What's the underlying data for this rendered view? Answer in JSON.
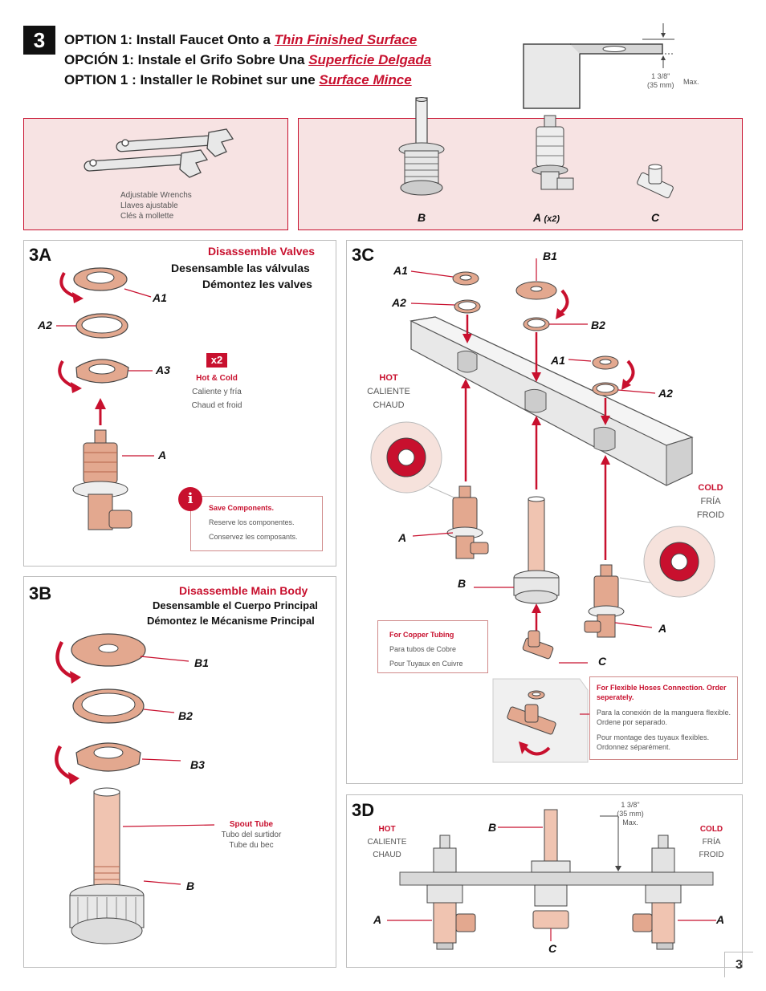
{
  "header": {
    "step_number": "3",
    "line1_prefix": "OPTION 1:  Install Faucet Onto a ",
    "line1_link": "Thin Finished Surface",
    "line2_prefix": "OPCIÓN 1:  Instale el Grifo Sobre Una ",
    "line2_link": "Superficie Delgada",
    "line3_prefix": "OPTION 1 : Installer le Robinet sur une ",
    "line3_link": "Surface Mince",
    "thickness_value": "1 3/8\"",
    "thickness_metric": "(35 mm)",
    "thickness_max": "Max."
  },
  "tools": {
    "line1": "Adjustable Wrenchs",
    "line2": "Llaves ajustable",
    "line3": "Clés à mollette"
  },
  "parts": {
    "label_b": "B",
    "label_a": "A",
    "label_a_qty": "(x2)",
    "label_c": "C"
  },
  "panel_3a": {
    "label": "3A",
    "title_en": "Disassemble Valves",
    "title_es": "Desensamble las válvulas",
    "title_fr": "Démontez les valves",
    "callout_a1": "A1",
    "callout_a2": "A2",
    "callout_a3": "A3",
    "callout_a": "A",
    "qty_badge": "x2",
    "qty_en": "Hot & Cold",
    "qty_es": "Caliente y fría",
    "qty_fr": "Chaud et froid",
    "info_icon": "i",
    "note_en": "Save Components.",
    "note_es": "Reserve los componentes.",
    "note_fr": "Conservez les composants."
  },
  "panel_3b": {
    "label": "3B",
    "title_en": "Disassemble  Main Body",
    "title_es": "Desensamble el Cuerpo Principal",
    "title_fr": "Démontez le Mécanisme Principal",
    "callout_b1": "B1",
    "callout_b2": "B2",
    "callout_b3": "B3",
    "callout_b": "B",
    "spout_en": "Spout Tube",
    "spout_es": "Tubo del surtidor",
    "spout_fr": "Tube du bec"
  },
  "panel_3c": {
    "label": "3C",
    "callout_a1_left": "A1",
    "callout_a2_left": "A2",
    "callout_b1": "B1",
    "callout_b2": "B2",
    "callout_a1_right": "A1",
    "callout_a2_right": "A2",
    "callout_a_left": "A",
    "callout_b": "B",
    "callout_a_right": "A",
    "callout_c": "C",
    "hot_en": "HOT",
    "hot_es": "CALIENTE",
    "hot_fr": "CHAUD",
    "cold_en": "COLD",
    "cold_es": "FRÍA",
    "cold_fr": "FROID",
    "copper_en": "For Copper Tubing",
    "copper_es": "Para tubos de Cobre",
    "copper_fr": "Pour Tuyaux en Cuivre",
    "flex_en": "For Flexible Hoses Connection. Order seperately.",
    "flex_es": "Para la conexión de la manguera flexible. Ordene por separado.",
    "flex_fr": "Pour montage des tuyaux flexibles. Ordonnez séparément."
  },
  "panel_3d": {
    "label": "3D",
    "hot_en": "HOT",
    "hot_es": "CALIENTE",
    "hot_fr": "CHAUD",
    "cold_en": "COLD",
    "cold_es": "FRÍA",
    "cold_fr": "FROID",
    "callout_b": "B",
    "callout_a_left": "A",
    "callout_a_right": "A",
    "callout_c": "C",
    "thickness_value": "1 3/8\"",
    "thickness_metric": "(35 mm)",
    "thickness_max": "Max."
  },
  "footer": {
    "page_number": "3"
  },
  "colors": {
    "accent_red": "#c8102e",
    "copper": "#e3a88f",
    "copper_dark": "#b5654a",
    "panel_border": "#bdbdbd",
    "tools_bg": "#f7e3e3"
  }
}
